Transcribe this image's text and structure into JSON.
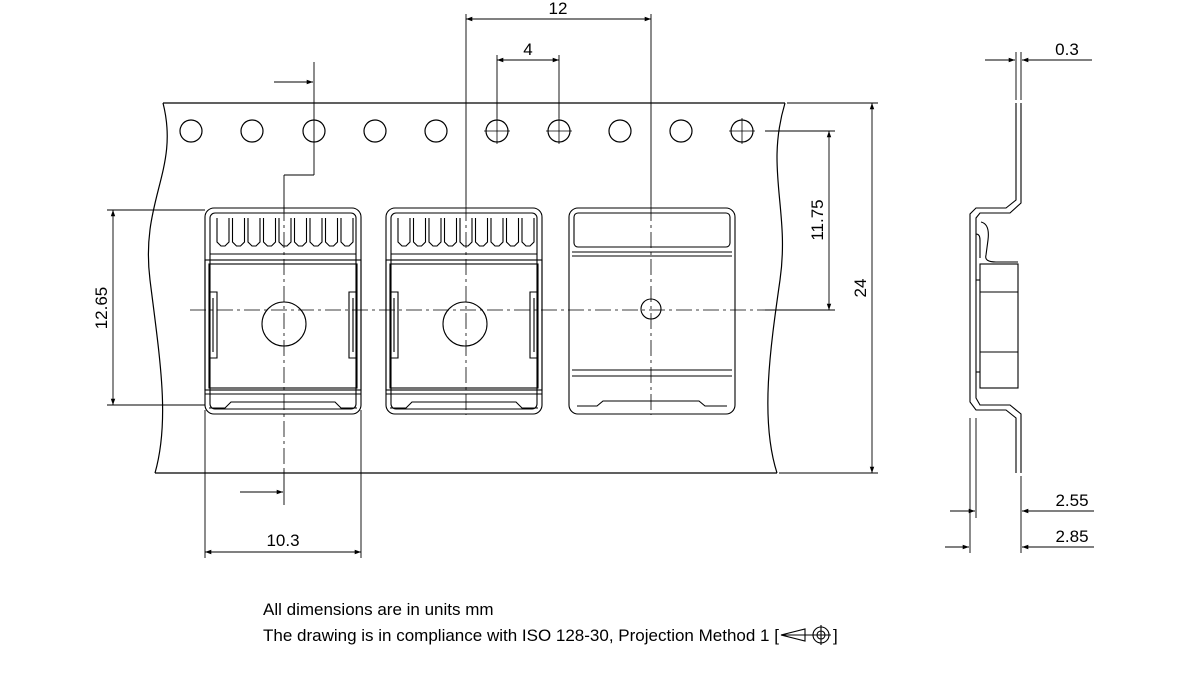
{
  "dimensions": {
    "pitch_12": "12",
    "pitch_4": "4",
    "thickness_0_3": "0.3",
    "offset_11_75": "11.75",
    "width_24": "24",
    "pocket_12_65": "12.65",
    "pocket_10_3": "10.3",
    "depth_2_55": "2.55",
    "depth_2_85": "2.85"
  },
  "notes": {
    "units": "All dimensions are in units mm",
    "compliance": "The drawing is in compliance with ISO 128-30, Projection Method 1",
    "bracket_open": " [",
    "bracket_close": "]"
  },
  "icons": {
    "projection": "first-angle-projection-icon"
  }
}
